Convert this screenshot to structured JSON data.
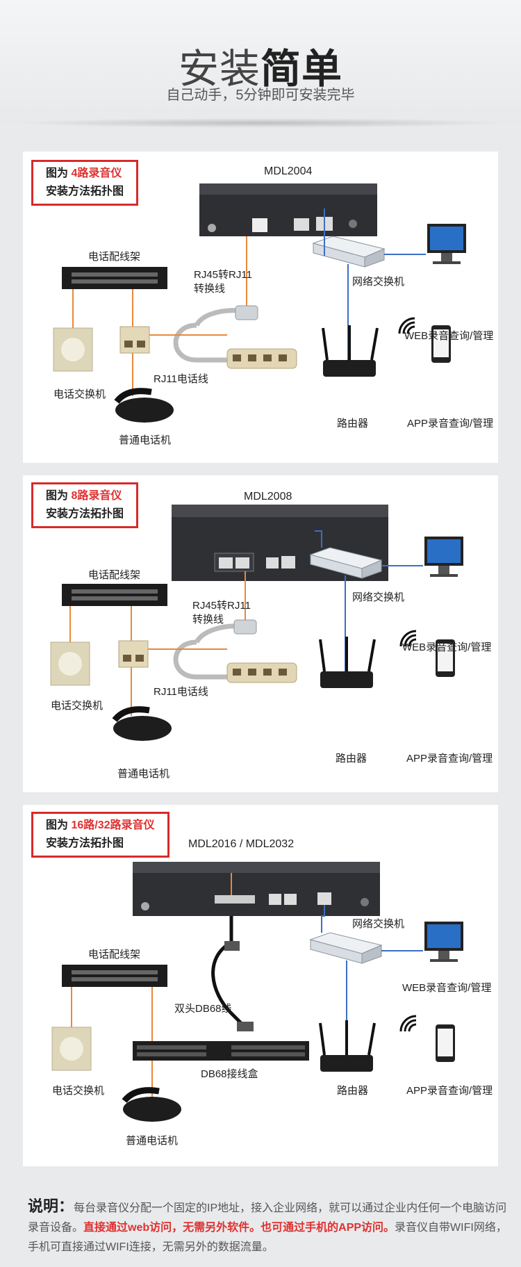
{
  "header": {
    "title_light": "安装",
    "title_bold": "简单",
    "subtitle": "自己动手，5分钟即可安装完毕"
  },
  "panels": [
    {
      "label_prefix": "图为 ",
      "label_highlight": "4路录音仪",
      "label_line2": "安装方法拓扑图",
      "model": "MDL2004",
      "patch_panel": "电话配线架",
      "converter": "RJ45转RJ11",
      "converter2": "转换线",
      "switch": "网络交换机",
      "web": "WEB录音查询/管理",
      "pbx": "电话交换机",
      "rj11": "RJ11电话线",
      "router": "路由器",
      "app": "APP录音查询/管理",
      "phone": "普通电话机"
    },
    {
      "label_prefix": "图为 ",
      "label_highlight": "8路录音仪",
      "label_line2": "安装方法拓扑图",
      "model": "MDL2008",
      "patch_panel": "电话配线架",
      "converter": "RJ45转RJ11",
      "converter2": "转换线",
      "switch": "网络交换机",
      "web": "WEB录音查询/管理",
      "pbx": "电话交换机",
      "rj11": "RJ11电话线",
      "router": "路由器",
      "app": "APP录音查询/管理",
      "phone": "普通电话机"
    },
    {
      "label_prefix": "图为 ",
      "label_highlight": "16路/32路录音仪",
      "label_line2": "安装方法拓扑图",
      "model": "MDL2016 / MDL2032",
      "patch_panel": "电话配线架",
      "db68": "双头DB68线",
      "switch": "网络交换机",
      "web": "WEB录音查询/管理",
      "pbx": "电话交换机",
      "dbbox": "DB68接线盒",
      "router": "路由器",
      "app": "APP录音查询/管理",
      "phone": "普通电话机"
    }
  ],
  "note": {
    "head": "说明：",
    "text1": "每台录音仪分配一个固定的IP地址，接入企业网络，就可以通过企业内任何一个电脑访问录音设备。",
    "red": "直接通过web访问，无需另外软件。也可通过手机的APP访问。",
    "text2": "录音仪自带WIFI网络，手机可直接通过WIFI连接，无需另外的数据流量。"
  },
  "colors": {
    "accent_red": "#e03030",
    "orange_wire": "#e8893a",
    "blue_wire": "#3b6fc4"
  }
}
